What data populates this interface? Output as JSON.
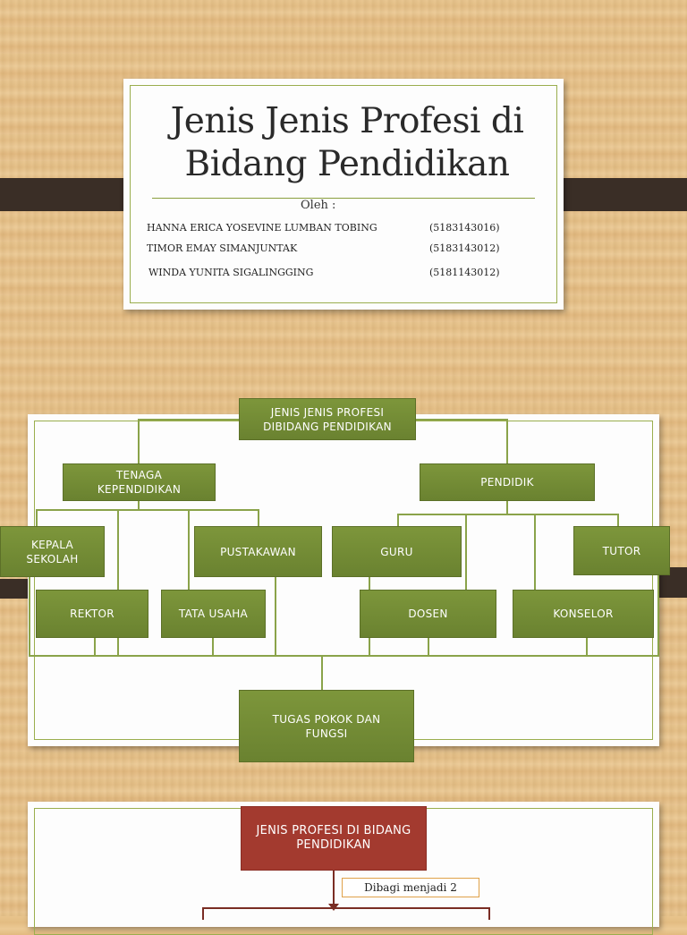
{
  "slide1": {
    "title": "Jenis Jenis Profesi di Bidang Pendidikan",
    "oleh": "Oleh :",
    "members": [
      {
        "name": "HANNA ERICA YOSEVINE LUMBAN TOBING",
        "nim": "(5183143016)"
      },
      {
        "name": "TIMOR EMAY SIMANJUNTAK",
        "nim": "(5183143012)"
      },
      {
        "name": "WINDA YUNITA SIGALINGGING",
        "nim": "(5181143012)"
      }
    ]
  },
  "slide2": {
    "root": "JENIS JENIS PROFESI DIBIDANG PENDIDIKAN",
    "left": {
      "label": "TENAGA KEPENDIDIKAN",
      "children": [
        "KEPALA SEKOLAH",
        "PUSTAKAWAN",
        "REKTOR",
        "TATA USAHA"
      ]
    },
    "right": {
      "label": "PENDIDIK",
      "children": [
        "GURU",
        "TUTOR",
        "DOSEN",
        "KONSELOR"
      ]
    },
    "bottom": "TUGAS POKOK DAN FUNGSI"
  },
  "slide3": {
    "header": "JENIS PROFESI DI BIDANG PENDIDIKAN",
    "note": "Dibagi menjadi 2"
  },
  "colors": {
    "node_green": "#6f8834",
    "node_red": "#a33a2f",
    "band": "#3a2e26"
  }
}
